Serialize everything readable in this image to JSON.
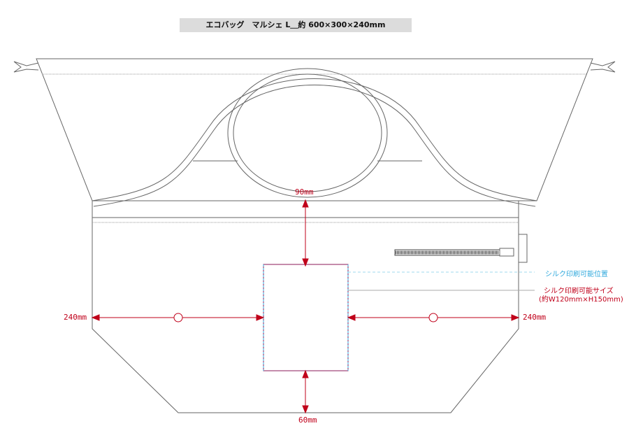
{
  "title": "エコバッグ　マルシェ L＿約 600×300×240mm",
  "dimensions": {
    "top": "90mm",
    "bottom": "60mm",
    "left": "240mm",
    "right": "240mm"
  },
  "notes": {
    "print_position": "シルク印刷可能位置",
    "print_size": "シルク印刷可能サイズ",
    "print_size_detail": "(約W120mm×H150mm)"
  },
  "colors": {
    "dimension": "#c0001a",
    "position": "#33aadd",
    "print_box": "#8b1a5a",
    "outline": "#555555"
  }
}
